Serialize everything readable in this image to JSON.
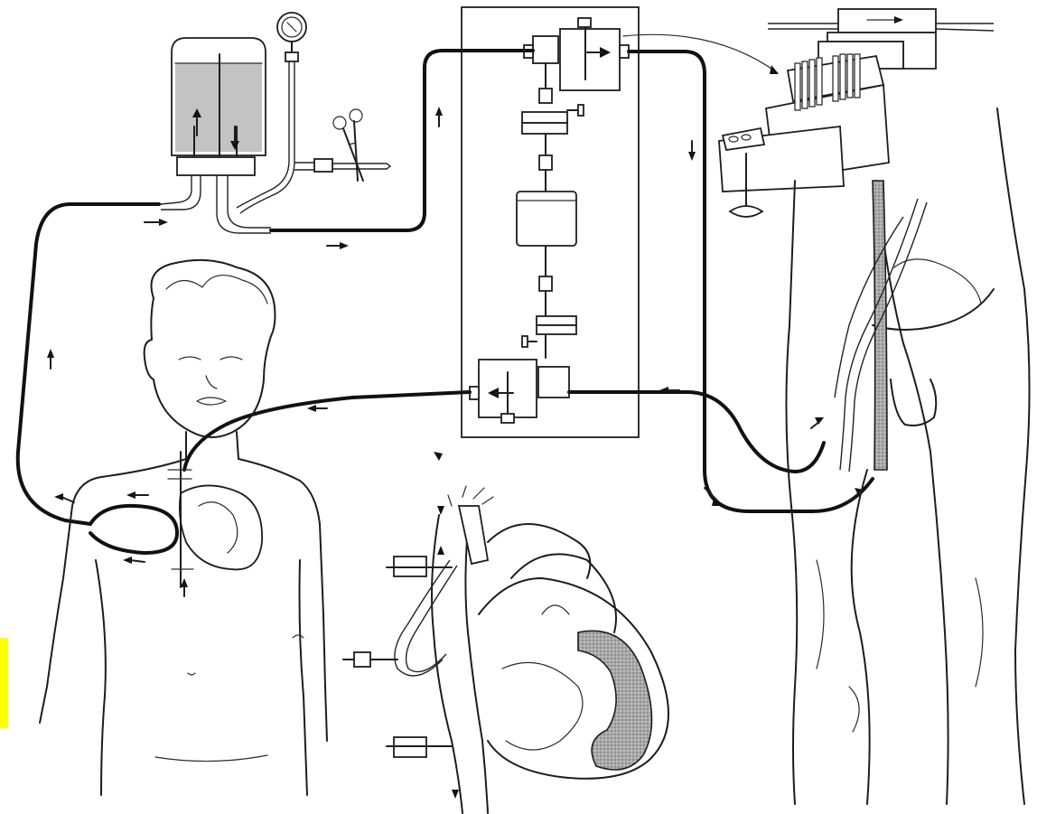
{
  "figure": {
    "accent_colors": {
      "marker": "#ffff00",
      "tubing": "#111111",
      "fluid": "#b9b9b9"
    },
    "components": [
      {
        "name": "reservoir-bottle",
        "icon": "bottle-icon"
      },
      {
        "name": "pressure-gauge",
        "icon": "gauge-icon"
      },
      {
        "name": "hemostat-clamp",
        "icon": "scissors-clamp-icon"
      },
      {
        "name": "roller-pump-panel",
        "icon": "pump-icon"
      },
      {
        "name": "oxygenator-heat-exchanger",
        "icon": "exchanger-icon"
      },
      {
        "name": "child-patient",
        "icon": "patient-icon"
      },
      {
        "name": "heart-cannulation-detail",
        "icon": "heart-icon"
      },
      {
        "name": "femoral-cannulation-legs",
        "icon": "legs-icon"
      }
    ]
  }
}
